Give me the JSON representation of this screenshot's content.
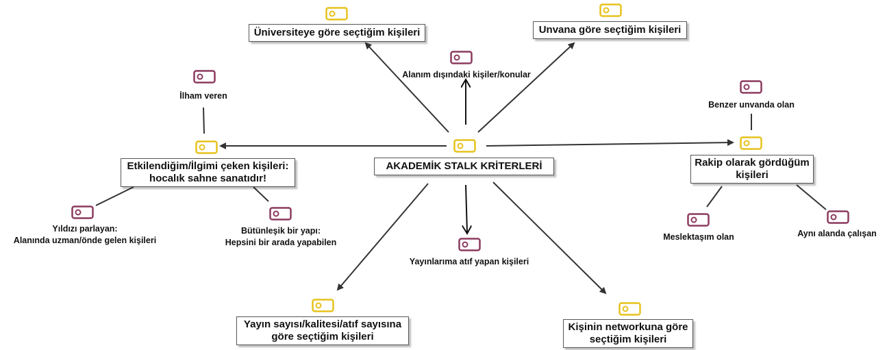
{
  "colors": {
    "major_icon": "#e6c21c",
    "minor_icon": "#8b3a5e",
    "line": "#333333"
  },
  "nodes": {
    "center": "AKADEMİK STALK KRİTERLERİ",
    "university": "Üniversiteye göre seçtiğim kişileri",
    "title": "Unvana göre seçtiğim kişileri",
    "outside_field": "Alanım dışındaki kişiler/konular",
    "inspired": [
      "Etkilendiğim/İlgimi çeken kişileri:",
      "hocalık sahne sanatıdır!"
    ],
    "inspiring": "İlham veren",
    "rising_star": [
      "Yıldızı parlayan:",
      "Alanında uzman/önde gelen kişileri"
    ],
    "holistic": [
      "Bütünleşik bir yapı:",
      "Hepsini bir arada yapabilen"
    ],
    "rival": [
      "Rakip olarak gördüğüm",
      "kişileri"
    ],
    "similar_title": "Benzer unvanda olan",
    "colleague": "Meslektaşım olan",
    "same_field": "Aynı alanda çalışan",
    "citing": "Yayınlarıma atıf yapan kişileri",
    "publications": [
      "Yayın sayısı/kalitesi/atıf sayısına",
      "göre seçtiğim kişileri"
    ],
    "network": [
      "Kişinin networkuna göre",
      "seçtiğim kişileri"
    ]
  },
  "icons": [
    "major-topic-icon",
    "minor-topic-icon"
  ]
}
